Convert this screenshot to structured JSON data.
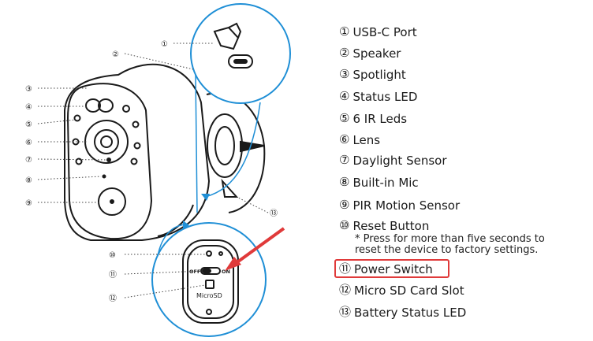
{
  "callouts": [
    "①",
    "②",
    "③",
    "④",
    "⑤",
    "⑥",
    "⑦",
    "⑧",
    "⑨",
    "⑩",
    "⑪",
    "⑫",
    "⑬"
  ],
  "legend": [
    {
      "num": "①",
      "label": "USB-C Port"
    },
    {
      "num": "②",
      "label": "Speaker"
    },
    {
      "num": "③",
      "label": "Spotlight"
    },
    {
      "num": "④",
      "label": "Status LED"
    },
    {
      "num": "⑤",
      "label": "6 IR Leds"
    },
    {
      "num": "⑥",
      "label": "Lens"
    },
    {
      "num": "⑦",
      "label": "Daylight Sensor"
    },
    {
      "num": "⑧",
      "label": "Built-in Mic"
    },
    {
      "num": "⑨",
      "label": "PIR Motion Sensor"
    },
    {
      "num": "⑩",
      "label": "Reset Button"
    },
    {
      "num": "⑪",
      "label": "Power Switch"
    },
    {
      "num": "⑫",
      "label": "Micro SD Card Slot"
    },
    {
      "num": "⑬",
      "label": "Battery Status LED"
    }
  ],
  "reset_note_1": "* Press for more than five seconds to",
  "reset_note_2": "reset the device to factory settings.",
  "switch_off": "OFF",
  "switch_on": "ON",
  "sd_label": "MicroSD",
  "colors": {
    "highlight": "#e03a3a",
    "zoom_circle": "#1f8fd6",
    "outline": "#1a1a1a"
  }
}
